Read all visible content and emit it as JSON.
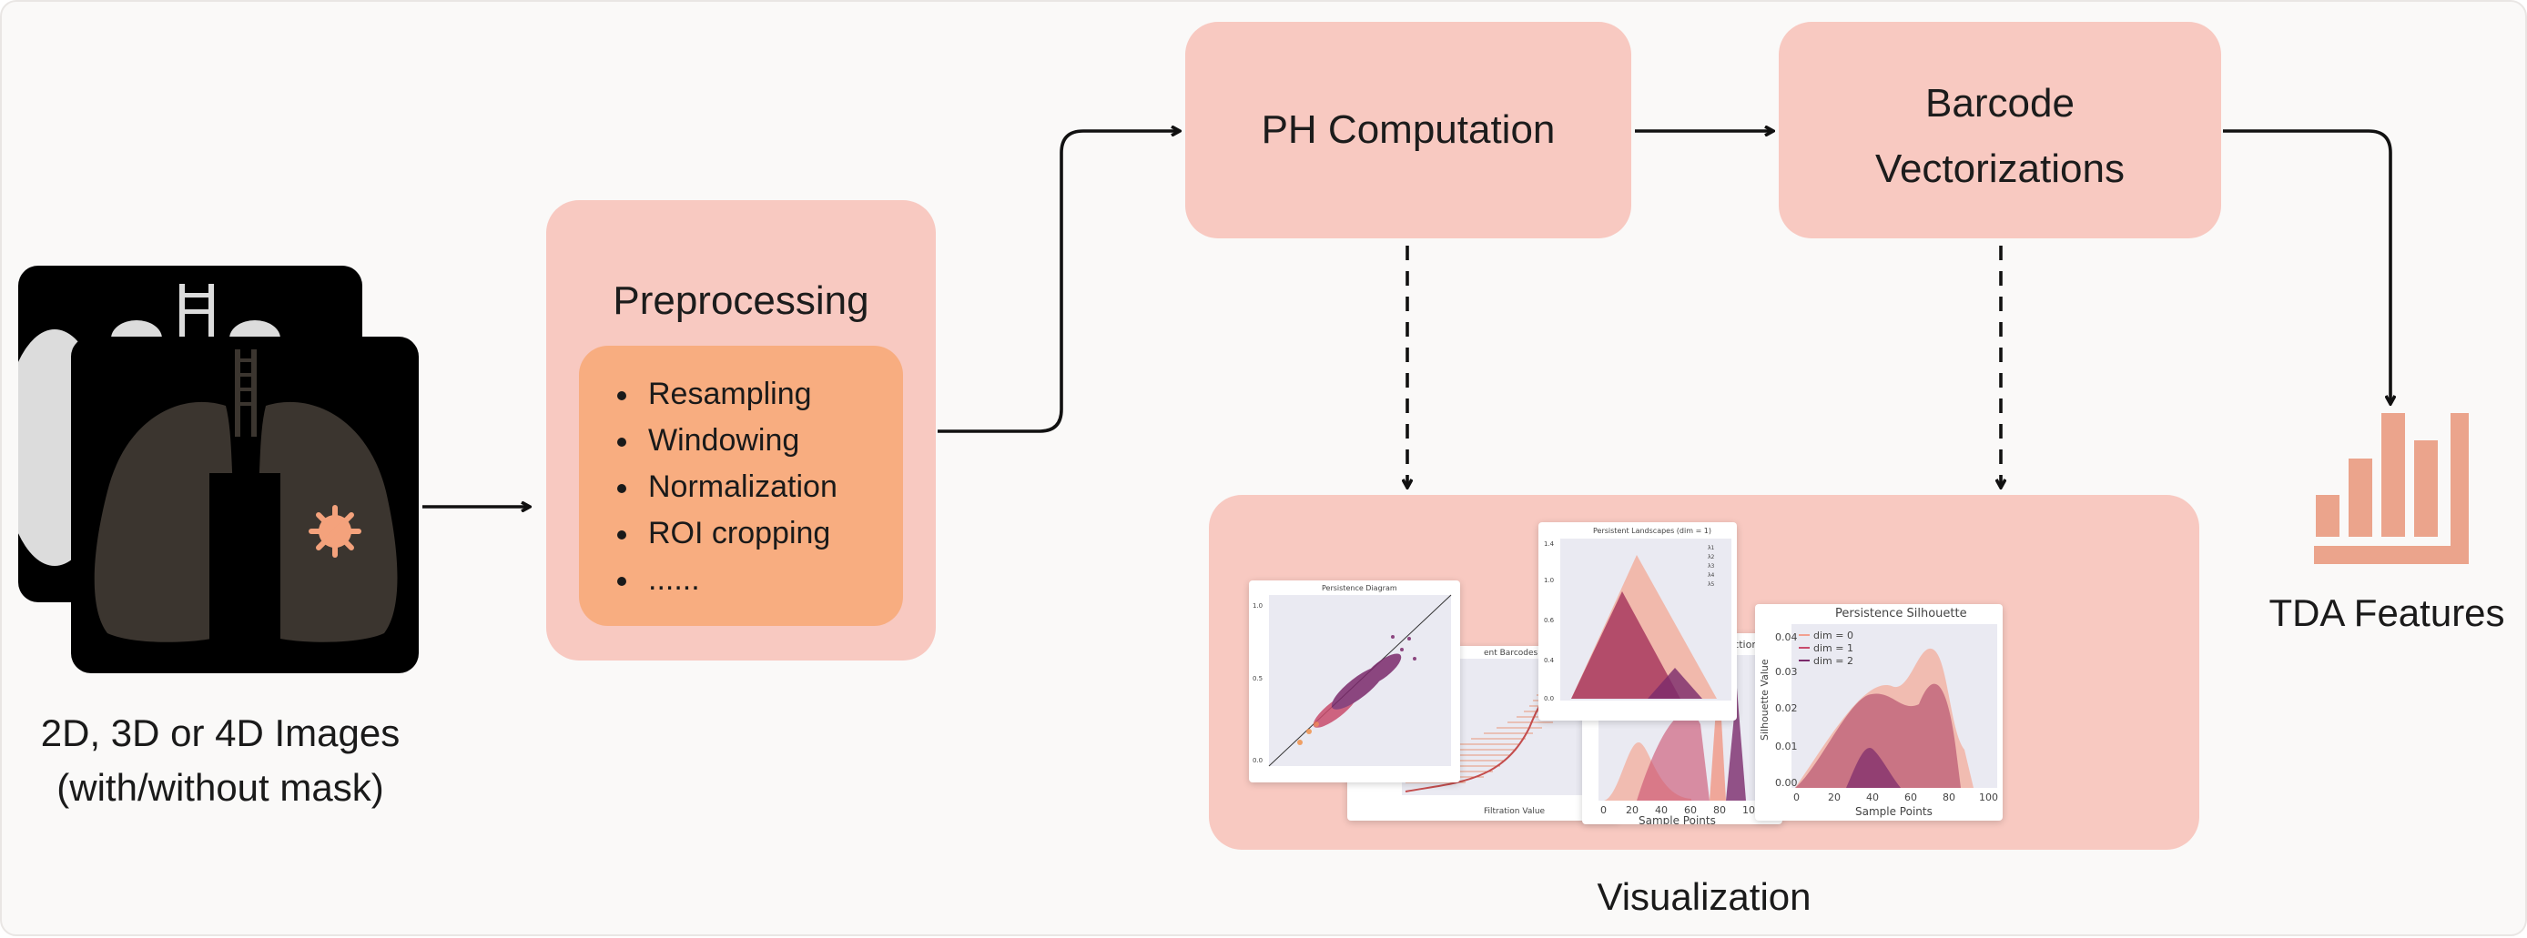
{
  "input": {
    "caption_line1": "2D, 3D or 4D Images",
    "caption_line2": "(with/without mask)"
  },
  "preprocessing": {
    "title": "Preprocessing",
    "steps": [
      "Resampling",
      "Windowing",
      "Normalization",
      "ROI cropping",
      "......"
    ]
  },
  "ph_computation": {
    "title": "PH Computation"
  },
  "barcode": {
    "title_line1": "Barcode",
    "title_line2": "Vectorizations"
  },
  "visualization": {
    "label": "Visualization",
    "thumbnails": {
      "persistence_diagram": {
        "title": "Persistence Diagram"
      },
      "betti_curve": {
        "title_partial": "ent Barcodes",
        "xlabel": "Filtration Value"
      },
      "landscapes": {
        "title": "Persistent Landscapes (dim = 1)"
      },
      "betti_function": {
        "title_partial": "ry Function",
        "xlabel": "Sample Points"
      },
      "silhouette": {
        "title": "Persistence Silhouette",
        "ylabel": "Silhouette Value",
        "xlabel": "Sample Points",
        "legend": [
          "dim = 0",
          "dim = 1",
          "dim = 2"
        ]
      }
    }
  },
  "output": {
    "label": "TDA Features"
  },
  "colors": {
    "box_fill": "#f8c9c1",
    "inner_fill": "#f8ad80",
    "bars": "#eba48c",
    "accent": "#f4a27c"
  }
}
